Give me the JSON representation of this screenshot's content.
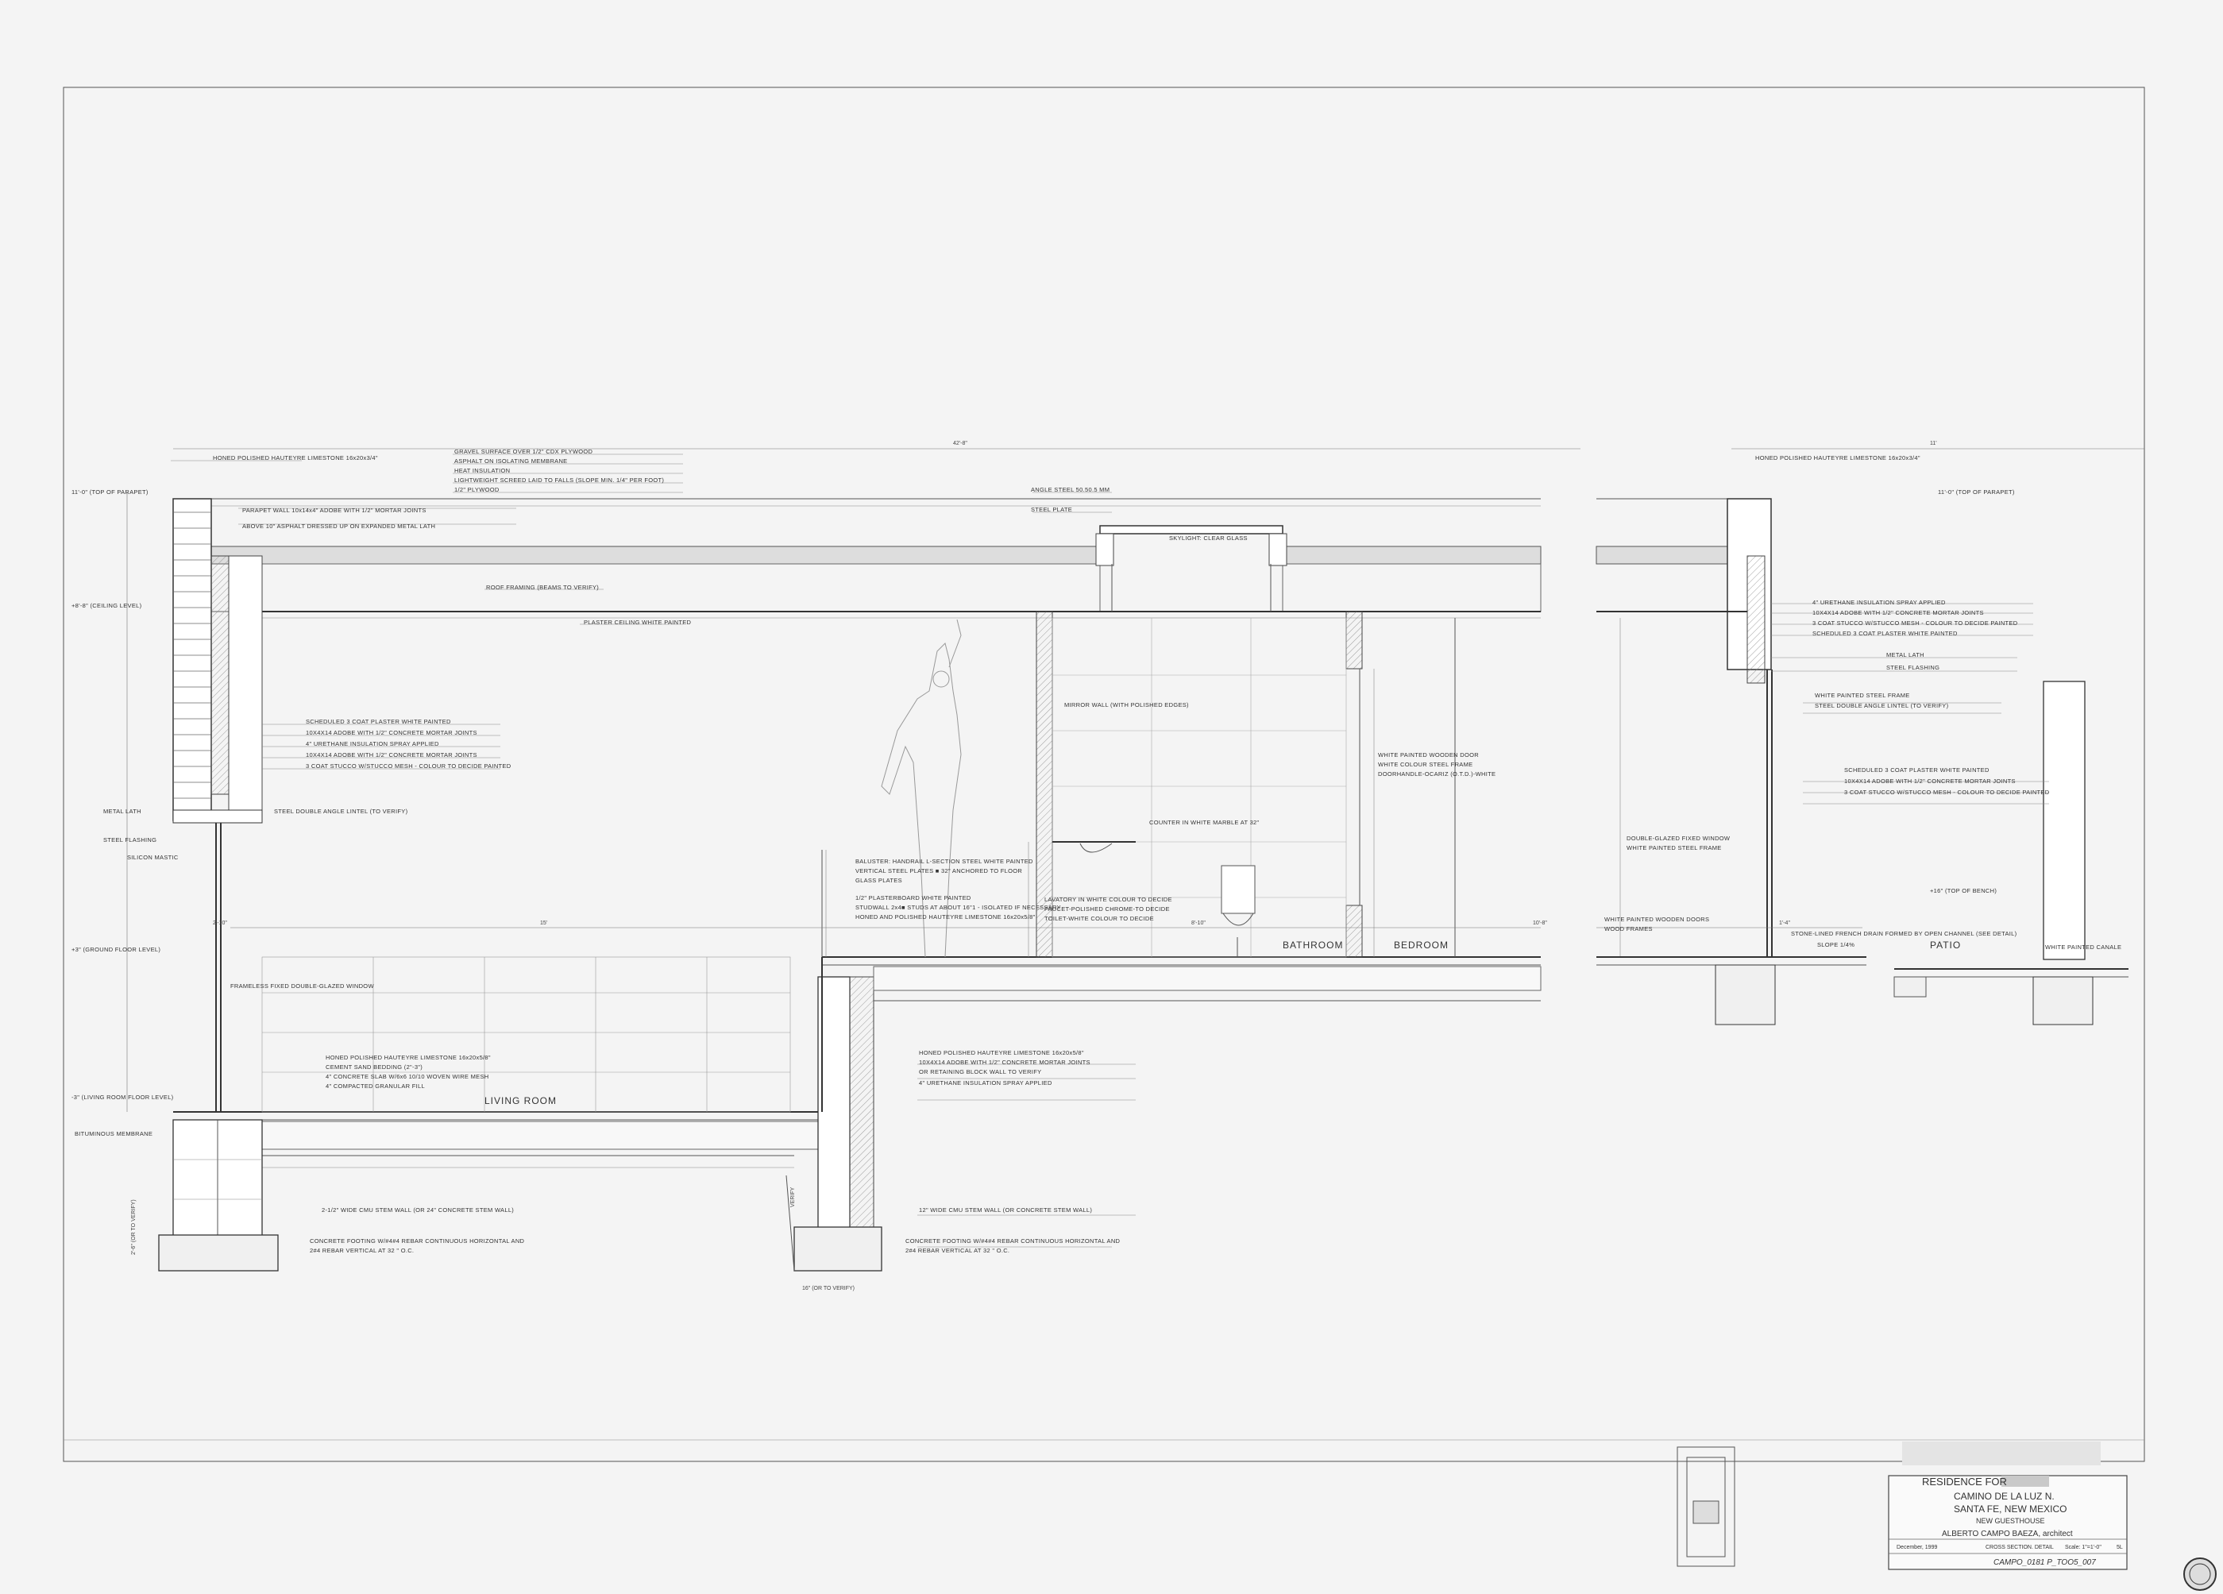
{
  "notes_left": {
    "limestone_top": "HONED POLISHED HAUTEYRE LIMESTONE 16x20x3/4\"",
    "gravel": "GRAVEL SURFACE OVER 1/2\" CDX PLYWOOD",
    "asphalt": "ASPHALT ON ISOLATING MEMBRANE",
    "heat": "HEAT INSULATION",
    "screed": "LIGHTWEIGHT SCREED LAID TO FALLS (SLOPE MIN. 1/4\" PER FOOT)",
    "plywood": "1/2\" PLYWOOD",
    "parapet_wall": "PARAPET WALL 10x14x4\" ADOBE WITH 1/2\" MORTAR JOINTS",
    "above_asphalt": "ABOVE 10\" ASPHALT DRESSED UP ON EXPANDED METAL LATH",
    "roof_framing": "ROOF FRAMING (BEAMS TO VERIFY)",
    "plaster_ceiling": "PLASTER CEILING WHITE PAINTED",
    "plaster3": "SCHEDULED 3 COAT PLASTER WHITE PAINTED",
    "adobe": "10X4X14 ADOBE WITH 1/2\" CONCRETE MORTAR JOINTS",
    "urethane": "4\" URETHANE INSULATION SPRAY APPLIED",
    "adobe2": "10X4X14 ADOBE WITH 1/2\" CONCRETE MORTAR JOINTS",
    "stucco": "3 COAT STUCCO W/STUCCO MESH - COLOUR TO DECIDE PAINTED",
    "metal_lath": "METAL LATH",
    "steel_lintel": "STEEL DOUBLE ANGLE LINTEL (TO VERIFY)",
    "steel_flashing": "STEEL FLASHING",
    "silicon": "SILICON MASTIC",
    "frameless_window": "FRAMELESS FIXED DOUBLE-GLAZED WINDOW",
    "floor_limestone": "HONED POLISHED HAUTEYRE LIMESTONE 16x20x5/8\"",
    "cement_bed": "CEMENT SAND BEDDING (2\"-3\")",
    "slab": "4\" CONCRETE SLAB W/6x6 10/10 WOVEN WIRE MESH",
    "fill": "4\" COMPACTED GRANULAR FILL",
    "bituminous": "BITUMINOUS MEMBRANE",
    "stem_wall": "2-1/2\" WIDE CMU STEM WALL (OR 24\" CONCRETE STEM WALL)",
    "footing1": "CONCRETE FOOTING W/#4#4 REBAR CONTINUOUS HORIZONTAL AND",
    "footing2": "2#4 REBAR VERTICAL AT 32 \" O.C."
  },
  "notes_center": {
    "angle_steel": "ANGLE STEEL 50.50.5 MM",
    "steel_plate": "STEEL PLATE",
    "skylight": "SKYLIGHT: CLEAR GLASS",
    "mirror": "MIRROR WALL (WITH POLISHED EDGES)",
    "counter": "COUNTER IN WHITE MARBLE AT 32\"",
    "baluster1": "BALUSTER: HANDRAIL L-SECTION STEEL WHITE PAINTED",
    "baluster2": "VERTICAL STEEL PLATES ■ 32\" ANCHORED TO FLOOR",
    "baluster3": "GLASS PLATES",
    "plasterboard": "1/2\" PLASTERBOARD WHITE PAINTED",
    "studwall": "STUDWALL 2x4■ STUDS AT ABOUT 16\"1 - ISOLATED IF NECESSARY",
    "limestone_step": "HONED AND POLISHED HAUTEYRE LIMESTONE 16x20x5/8\"",
    "lavatory1": "LAVATORY IN WHITE COLOUR TO DECIDE",
    "lavatory2": "FAUCET-POLISHED CHROME-TO DECIDE",
    "lavatory3": "TOILET-WHITE COLOUR TO DECIDE",
    "door1": "WHITE PAINTED WOODEN DOOR",
    "door2": "WHITE COLOUR STEEL FRAME",
    "door3": "DOORHANDLE-OCARIZ (O.T.D.)-WHITE",
    "lower_limestone": "HONED POLISHED HAUTEYRE LIMESTONE 16x20x5/8\"",
    "lower_adobe1": "10X4X14 ADOBE WITH 1/2\" CONCRETE MORTAR JOINTS",
    "lower_adobe2": "OR RETAINING BLOCK WALL TO VERIFY",
    "lower_urethane": "4\" URETHANE INSULATION SPRAY APPLIED",
    "cmu12": "12\" WIDE CMU STEM WALL (OR CONCRETE STEM WALL)",
    "footing1": "CONCRETE FOOTING W/#4#4 REBAR CONTINUOUS HORIZONTAL AND",
    "footing2": "2#4 REBAR VERTICAL AT 32 \" O.C."
  },
  "notes_right": {
    "limestone_top": "HONED POLISHED HAUTEYRE LIMESTONE 16x20x3/4\"",
    "urethane": "4\" URETHANE INSULATION SPRAY APPLIED",
    "adobe": "10X4X14 ADOBE WITH 1/2\" CONCRETE MORTAR JOINTS",
    "stucco": "3 COAT STUCCO W/STUCCO MESH - COLOUR TO DECIDE PAINTED",
    "plaster": "SCHEDULED 3 COAT PLASTER WHITE PAINTED",
    "metal_lath": "METAL LATH",
    "flashing": "STEEL FLASHING",
    "frame": "WHITE PAINTED STEEL FRAME",
    "lintel": "STEEL DOUBLE ANGLE LINTEL (TO VERIFY)",
    "plaster2": "SCHEDULED 3 COAT PLASTER WHITE PAINTED",
    "adobe2": "10X4X14 ADOBE WITH 1/2\" CONCRETE MORTAR JOINTS",
    "stucco2": "3 COAT STUCCO W/STUCCO MESH - COLOUR TO DECIDE PAINTED",
    "window1": "DOUBLE-GLAZED FIXED WINDOW",
    "window2": "WHITE PAINTED STEEL FRAME",
    "doors1": "WHITE PAINTED WOODEN DOORS",
    "doors2": "WOOD FRAMES",
    "drain": "STONE-LINED FRENCH DRAIN FORMED BY OPEN CHANNEL (SEE DETAIL)",
    "slope": "SLOPE 1/4%",
    "canale": "WHITE PAINTED CANALE",
    "bench": "+16\" (TOP OF BENCH)"
  },
  "levels": {
    "parapet_left": "11'-0\" (TOP OF PARAPET)",
    "ceiling": "+8'-8\" (CEILING LEVEL)",
    "ground_floor": "+3\" (GROUND FLOOR LEVEL)",
    "living_floor": "-3\" (LIVING ROOM FLOOR LEVEL)",
    "parapet_right": "11'-0\" (TOP OF PARAPET)"
  },
  "dims": {
    "overall": "42'-8\"",
    "right_overall": "11'",
    "d15": "15'",
    "d2_10": "2'-10\"",
    "d8_10": "8'-10\"",
    "d10_8": "10'-8\"",
    "d1_4": "1'-4\"",
    "d16": "16\" (OR TO VERIFY)",
    "d24": "2'-6\" (OR TO VERIFY)",
    "verify": "VERIFY"
  },
  "rooms": {
    "living": "LIVING ROOM",
    "bathroom": "BATHROOM",
    "bedroom": "BEDROOM",
    "patio": "PATIO"
  },
  "title_block": {
    "residence": "RESIDENCE FOR",
    "street": "CAMINO DE LA LUZ N.",
    "city": "SANTA FE, NEW MEXICO",
    "building": "NEW GUESTHOUSE",
    "architect": "ALBERTO CAMPO BAEZA, architect",
    "date": "December, 1999",
    "sheet_title": "CROSS SECTION. DETAIL",
    "scale": "Scale: 1\"=1'-0\"",
    "sheet_no": "5L",
    "archive_ref": "CAMPO_0181 P_TOO5_007"
  }
}
